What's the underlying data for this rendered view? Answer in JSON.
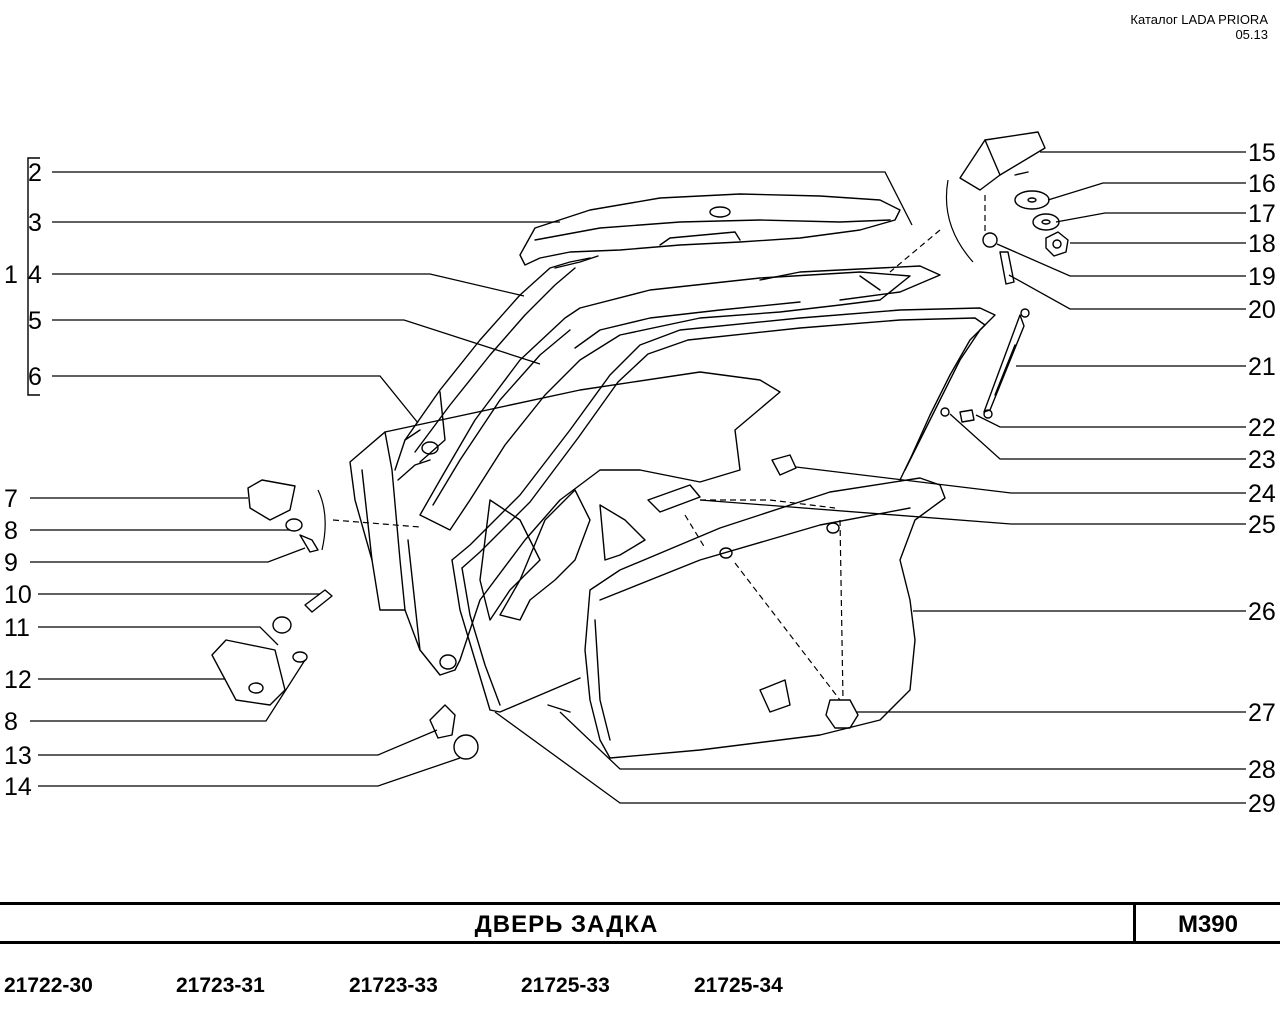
{
  "header": {
    "catalog": "Каталог  LADA  PRIORA",
    "date": "05.13"
  },
  "title": "ДВЕРЬ   ЗАДКА",
  "page_code": "М390",
  "models": [
    "21722-30",
    "21723-31",
    "21723-33",
    "21725-33",
    "21725-34"
  ],
  "callouts": {
    "n1": "1",
    "n2": "2",
    "n3": "3",
    "n4": "4",
    "n5": "5",
    "n6": "6",
    "n7": "7",
    "n8a": "8",
    "n9": "9",
    "n10": "10",
    "n11": "11",
    "n12": "12",
    "n8b": "8",
    "n13": "13",
    "n14": "14",
    "n15": "15",
    "n16": "16",
    "n17": "17",
    "n18": "18",
    "n19": "19",
    "n20": "20",
    "n21": "21",
    "n22": "22",
    "n23": "23",
    "n24": "24",
    "n25": "25",
    "n26": "26",
    "n27": "27",
    "n28": "28",
    "n29": "29"
  }
}
